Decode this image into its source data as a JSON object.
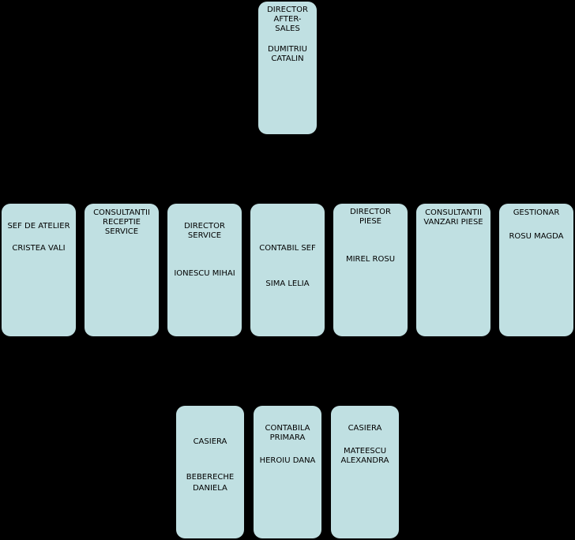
{
  "top": {
    "title": "DIRECTOR\nAFTER-\nSALES",
    "name": "DUMITRIU\nCATALIN"
  },
  "middle": [
    {
      "title": "SEF DE ATELIER",
      "name": "CRISTEA VALI"
    },
    {
      "title": "CONSULTANTII\nRECEPTIE\nSERVICE",
      "name": ""
    },
    {
      "title": "DIRECTOR\nSERVICE",
      "name": "IONESCU MIHAI"
    },
    {
      "title": "CONTABIL SEF",
      "name": "SIMA LELIA"
    },
    {
      "title": "DIRECTOR\nPIESE",
      "name": "MIREL ROSU"
    },
    {
      "title": "CONSULTANTII\nVANZARI PIESE",
      "name": ""
    },
    {
      "title": "GESTIONAR",
      "name": "ROSU MAGDA"
    }
  ],
  "bottom": [
    {
      "title": "CASIERA",
      "name": "BEBERECHE\nDANIELA"
    },
    {
      "title": "CONTABILA\nPRIMARA",
      "name": "HEROIU DANA"
    },
    {
      "title": "CASIERA",
      "name": "MATEESCU\nALEXANDRA"
    }
  ],
  "colors": {
    "background": "#000000",
    "box_fill": "#c0e0e2",
    "text": "#000000"
  }
}
